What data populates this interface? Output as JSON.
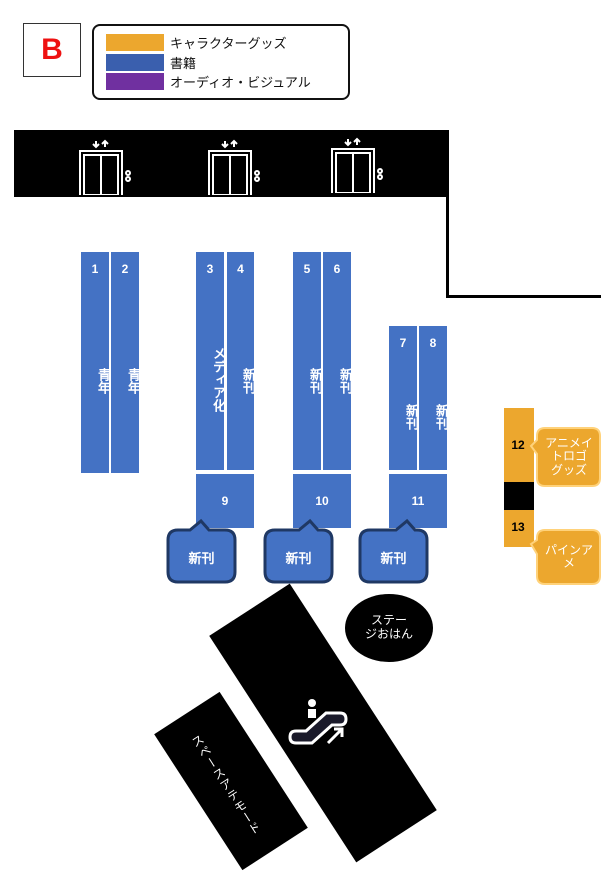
{
  "floor_label": "B",
  "legend": {
    "items": [
      {
        "label": "キャラクターグッズ",
        "color": "#eca72e"
      },
      {
        "label": "書籍",
        "color": "#3a5fae"
      },
      {
        "label": "オーディオ・ビジュアル",
        "color": "#7030a0"
      }
    ]
  },
  "elevators": [
    {
      "icon": "elevator-icon",
      "arrows": "↓↑"
    },
    {
      "icon": "elevator-icon",
      "arrows": "↓↑"
    },
    {
      "icon": "elevator-icon",
      "arrows": "↓↑"
    }
  ],
  "shelves": [
    {
      "num": "1",
      "genre": "青年"
    },
    {
      "num": "2",
      "genre": "青年"
    },
    {
      "num": "3",
      "genre": "メディア化"
    },
    {
      "num": "4",
      "genre": "新刊"
    },
    {
      "num": "5",
      "genre": "新刊"
    },
    {
      "num": "6",
      "genre": "新刊"
    },
    {
      "num": "7",
      "genre": "新刊"
    },
    {
      "num": "8",
      "genre": "新刊"
    }
  ],
  "end_caps": [
    {
      "num": "9",
      "callout": "新刊"
    },
    {
      "num": "10",
      "callout": "新刊"
    },
    {
      "num": "11",
      "callout": "新刊"
    }
  ],
  "goods": [
    {
      "num": "12",
      "callout": "アニメイ\nトロゴ\nグッズ"
    },
    {
      "num": "13",
      "callout": "パインア\nメ"
    }
  ],
  "stage": {
    "label": "ステー\nジおはん"
  },
  "escalator": {
    "icon": "escalator-up-icon"
  },
  "space": {
    "label": "スペースアテモード"
  },
  "colors": {
    "books": "#4472c4",
    "goods": "#eca72e",
    "callout_border": "#1f3864",
    "goods_border": "#ffd27a",
    "label_red": "#ee1111"
  }
}
